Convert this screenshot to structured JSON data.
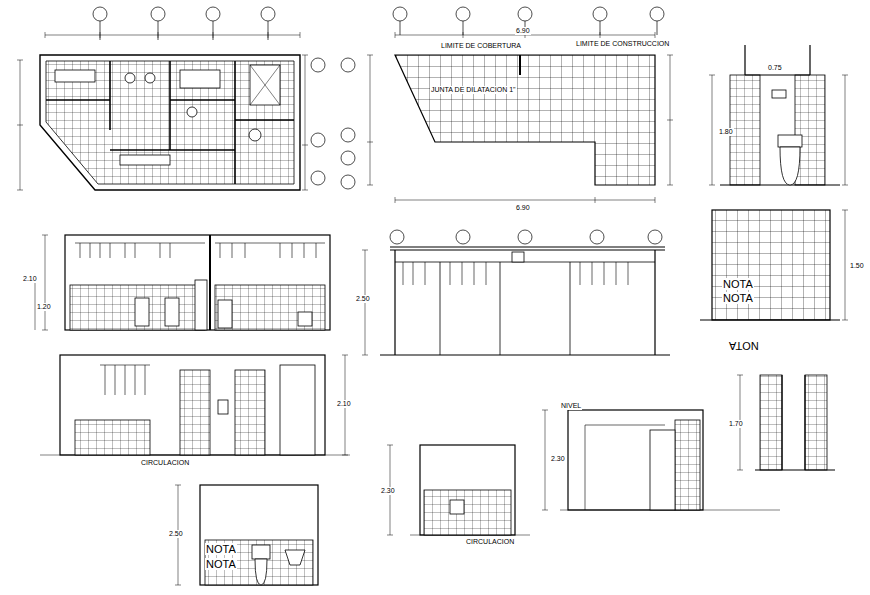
{
  "diagram": {
    "labels": [
      "LIMITE DE COBERTURA",
      "LIMITE DE CONSTRUCCION",
      "JUNTA DE DILATACION 1\"",
      "NOTA",
      "NOTA",
      "NOTA",
      "NOTA",
      "NOTA",
      "CIRCULACION",
      "CIRCULACION",
      "6.90",
      "6.90",
      "2.10",
      "1.20",
      "2.50",
      "2.10",
      "2.50",
      "1.80",
      "1.50",
      "1.70",
      "2.30",
      "2.30",
      "NIVEL",
      "0.75"
    ]
  }
}
